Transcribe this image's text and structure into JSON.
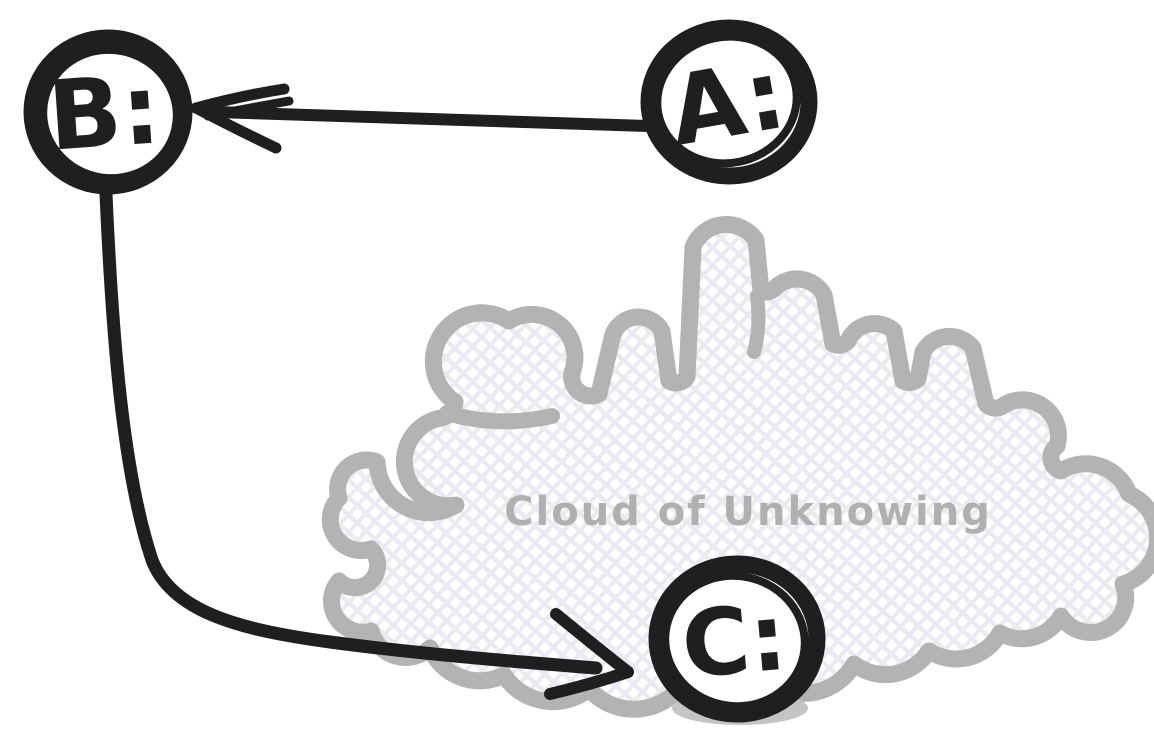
{
  "diagram": {
    "cloud": {
      "label": "Cloud of Unknowing"
    },
    "nodes": {
      "a": {
        "id": "A",
        "label": "A:"
      },
      "b": {
        "id": "B",
        "label": "B:"
      },
      "c": {
        "id": "C",
        "label": "C:"
      }
    },
    "edges": [
      {
        "from": "A",
        "to": "B",
        "style": "straight arrow, head at B"
      },
      {
        "from": "B",
        "to": "C",
        "style": "curved arrow, head at C"
      }
    ],
    "colors": {
      "background": "#ffffff",
      "ink": "#1f1f21",
      "cloud_outline": "#b3b3b3",
      "cloud_hatch": "#e8ebf0",
      "cloud_label": "#b0b0b0",
      "node_fill": "#ffffff",
      "shadow": "#c4c4c4"
    }
  }
}
